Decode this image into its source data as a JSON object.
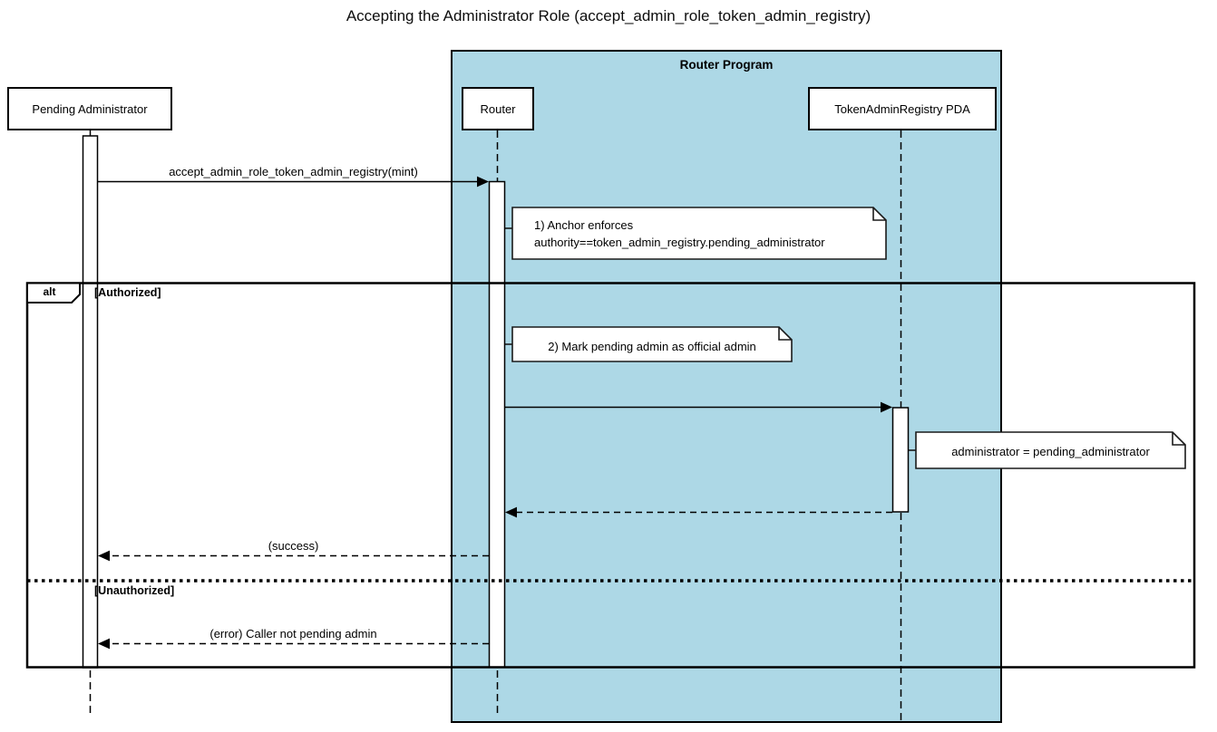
{
  "title": "Accepting the Administrator Role (accept_admin_role_token_admin_registry)",
  "program_box": {
    "label": "Router Program"
  },
  "participants": [
    {
      "label": "Pending Administrator"
    },
    {
      "label": "Router"
    },
    {
      "label": "TokenAdminRegistry PDA"
    }
  ],
  "messages": [
    {
      "label": "accept_admin_role_token_admin_registry(mint)",
      "type": "call",
      "from": "Pending Administrator",
      "to": "Router"
    },
    {
      "label": "",
      "type": "call",
      "from": "Router",
      "to": "TokenAdminRegistry PDA"
    },
    {
      "label": "",
      "type": "return",
      "from": "TokenAdminRegistry PDA",
      "to": "Router"
    },
    {
      "label": "(success)",
      "type": "return",
      "from": "Router",
      "to": "Pending Administrator"
    },
    {
      "label": "(error) Caller not pending admin",
      "type": "return",
      "from": "Router",
      "to": "Pending Administrator"
    }
  ],
  "notes": [
    {
      "lines": [
        "1) Anchor enforces",
        "authority==token_admin_registry.pending_administrator"
      ]
    },
    {
      "lines": [
        "2) Mark pending admin as official admin"
      ]
    },
    {
      "lines": [
        "administrator = pending_administrator"
      ]
    }
  ],
  "alt_frame": {
    "operator": "alt",
    "sections": [
      {
        "guard": "[Authorized]"
      },
      {
        "guard": "[Unauthorized]"
      }
    ]
  },
  "colors": {
    "program_fill": "#add8e6",
    "stroke": "#000000",
    "note_fill": "#ffffff",
    "canvas": "#ffffff"
  }
}
